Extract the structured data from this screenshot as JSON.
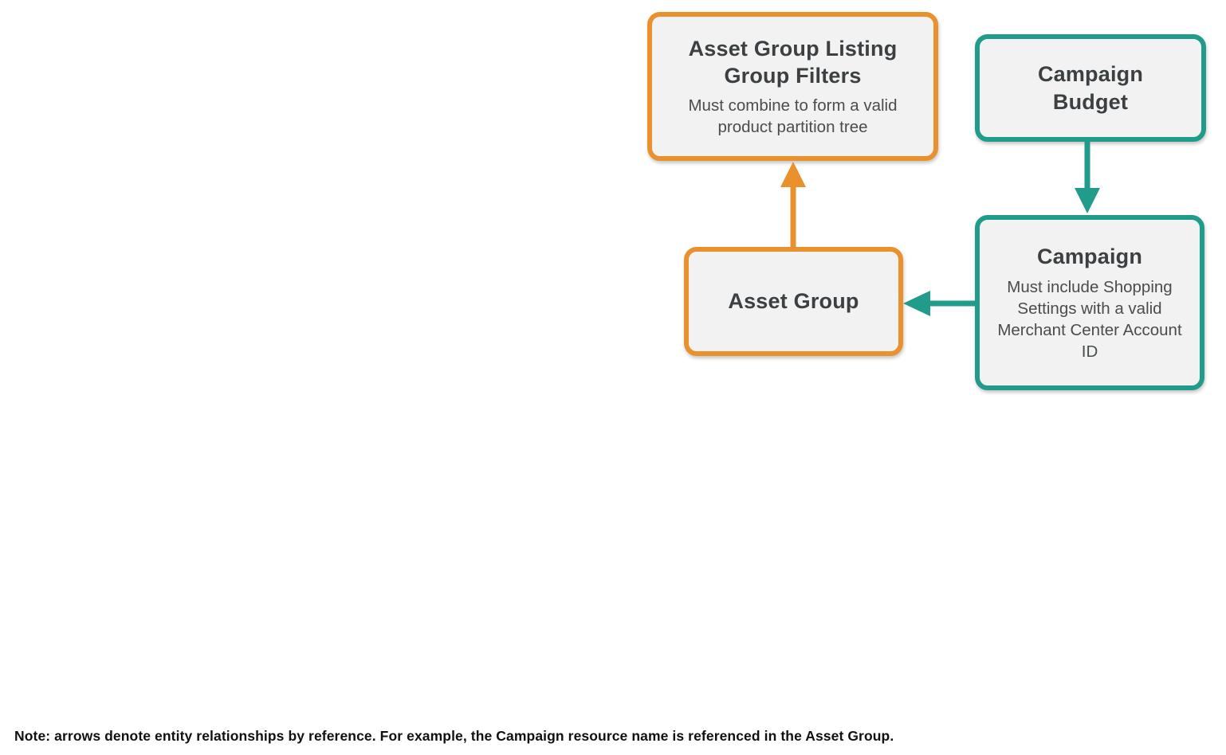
{
  "colors": {
    "orange": "#E8912D",
    "teal": "#219B8A",
    "box_fill": "#F1F2F1",
    "title_text": "#3C4043",
    "subtitle_text": "#4A4D4A",
    "note_text": "#111111",
    "background": "#FFFFFF"
  },
  "nodes": [
    {
      "id": "asset-group-listing-group-filters",
      "title": "Asset Group Listing Group Filters",
      "subtitle": "Must combine to form a valid product partition tree",
      "border_color": "orange"
    },
    {
      "id": "campaign-budget",
      "title": "Campaign Budget",
      "subtitle": "",
      "border_color": "teal"
    },
    {
      "id": "campaign",
      "title": "Campaign",
      "subtitle": "Must include Shopping Settings with a valid Merchant Center Account ID",
      "border_color": "teal"
    },
    {
      "id": "asset-group",
      "title": "Asset Group",
      "subtitle": "",
      "border_color": "orange"
    }
  ],
  "arrows": [
    {
      "from": "asset-group",
      "to": "asset-group-listing-group-filters",
      "direction": "up",
      "color": "orange"
    },
    {
      "from": "campaign-budget",
      "to": "campaign",
      "direction": "down",
      "color": "teal"
    },
    {
      "from": "campaign",
      "to": "asset-group",
      "direction": "left",
      "color": "teal"
    }
  ],
  "note": "Note: arrows denote entity relationships by reference. For example, the Campaign resource name is referenced in the Asset Group."
}
